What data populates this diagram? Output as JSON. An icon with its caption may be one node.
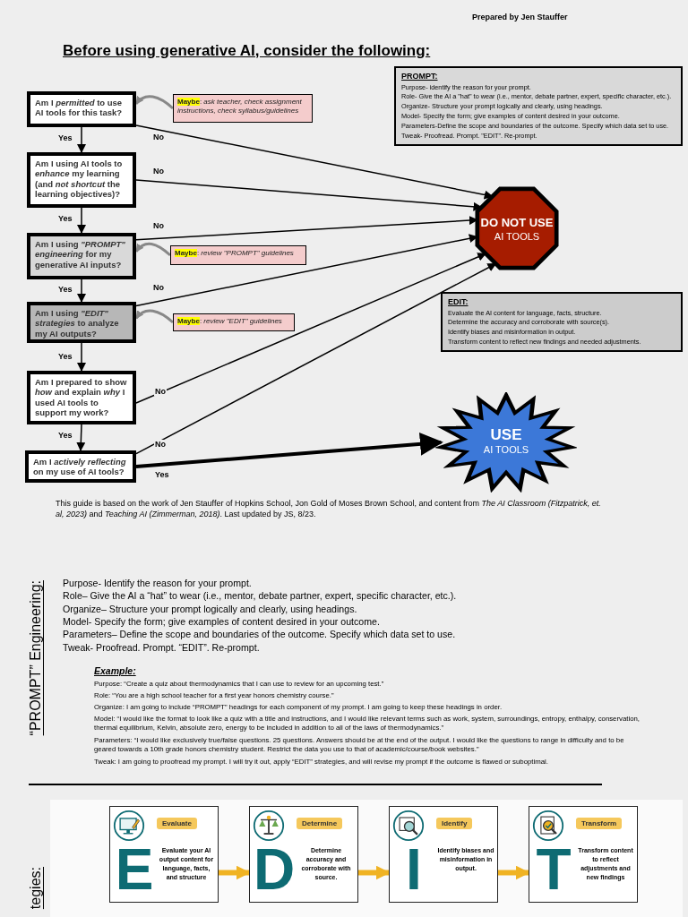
{
  "diagram": {
    "title": "Before using generative AI, consider the following:",
    "nodes": [
      {
        "text": [
          "Am I *permitted* to use AI tools for this task?"
        ]
      },
      {
        "text": [
          "**Maybe**: *ask teacher, check assignment instructions, check syllabus/guidelines*"
        ]
      },
      {
        "text": [
          "Am I using AI tools to *enhance* my learning (and *not shortcut* the learning objectives)?"
        ]
      },
      {
        "text": [
          "Am I using *\"PROMPT\" engineering* for my generative AI inputs?"
        ]
      },
      {
        "text": [
          "**Maybe**: *review \"PROMPT\" guidelines*"
        ]
      },
      {
        "text": [
          "Am I using *\"EDIT\" strategies* to analyze my AI outputs?"
        ]
      },
      {
        "text": [
          "**Maybe**: *review \"EDIT\" guidelines*"
        ]
      },
      {
        "text": [
          "Am I prepared to show *how* and explain *why* I used AI tools to support my work?"
        ]
      },
      {
        "text": [
          "Am I *actively reflecting* on my use of AI tools?"
        ]
      },
      {
        "text": [
          "DO NOT USE",
          "AI TOOLS"
        ]
      },
      {
        "text": [
          "USE",
          "AI TOOLS"
        ]
      },
      {
        "text": [
          "PROMPT:",
          "Purpose- identify the reason for your prompt.",
          "Role- Give the AI a \"hat\" to wear (i.e., mentor, debate partner, expert, specific character, etc.).",
          "Organize- Structure your prompt logically and clearly, using headings.",
          "Model- Specify the form; give examples of content desired in your outcome.",
          "Parameters-Define the scope and boundaries of the outcome. Specify which data set to use.",
          "Tweak- Proofread. Prompt. \"EDIT\". Re-prompt."
        ]
      },
      {
        "text": [
          "EDIT:",
          "Evaluate the AI content for language, facts, structure.",
          "Determine the accuracy and corroborate with source(s).",
          "Identify biases and misinformation in output.",
          "Transform content to reflect new findings and needed adjustments."
        ]
      },
      {
        "text": [
          "Evaluate",
          "E",
          "Evaluate your AI output content for language, facts, and structure"
        ]
      },
      {
        "text": [
          "Determine",
          "D",
          "Determine accuracy and corroborate with source."
        ]
      },
      {
        "text": [
          "Identify",
          "I",
          "Identify biases and misinformation in output."
        ]
      },
      {
        "text": [
          "Transform",
          "T",
          "Transform content to reflect adjustments and new findings"
        ]
      }
    ],
    "edges": [
      {
        "from": 0,
        "to": 2,
        "arrow": "to",
        "label": "Yes"
      },
      {
        "from": 0,
        "to": 9,
        "arrow": "to",
        "label": "No"
      },
      {
        "from": 2,
        "to": 3,
        "arrow": "to",
        "label": "Yes"
      },
      {
        "from": 2,
        "to": 9,
        "arrow": "to",
        "label": "No"
      },
      {
        "from": 1,
        "to": 0,
        "arrow": "to",
        "color": "#888888"
      },
      {
        "from": 3,
        "to": 5,
        "arrow": "to",
        "label": "Yes"
      },
      {
        "from": 3,
        "to": 9,
        "arrow": "to",
        "label": "No"
      },
      {
        "from": 4,
        "to": 3,
        "arrow": "to",
        "color": "#888888"
      },
      {
        "from": 5,
        "to": 7,
        "arrow": "to",
        "label": "Yes"
      },
      {
        "from": 5,
        "to": 9,
        "arrow": "to",
        "label": "No"
      },
      {
        "from": 6,
        "to": 5,
        "arrow": "to",
        "color": "#888888"
      },
      {
        "from": 7,
        "to": 8,
        "arrow": "to",
        "label": "Yes"
      },
      {
        "from": 7,
        "to": 9,
        "arrow": "to",
        "label": "No"
      },
      {
        "from": 8,
        "to": 9,
        "arrow": "to",
        "label": "No"
      },
      {
        "from": 8,
        "to": 10,
        "arrow": "to",
        "label": "Yes",
        "style": "thick"
      },
      {
        "from": 13,
        "to": 14,
        "arrow": "to",
        "style": "thick",
        "color": "#f0b323"
      },
      {
        "from": 14,
        "to": 15,
        "arrow": "to",
        "style": "thick",
        "color": "#f0b323"
      },
      {
        "from": 15,
        "to": 16,
        "arrow": "to",
        "style": "thick",
        "color": "#f0b323"
      }
    ],
    "labels": [
      "Prepared by Jen Stauffer",
      "This guide is based on the work of Jen Stauffer of Hopkins School, Jon Gold of Moses Brown School, and content from *The AI Classroom (Fitzpatrick, et. al, 2023)* and *Teaching AI (Zimmerman, 2018)*.  Last updated by JS, 8/23.",
      "“PROMPT”  Engineering:",
      "Purpose- Identify the reason for your prompt.",
      "Role– Give the AI a “hat” to wear (i.e., mentor, debate partner, expert, specific character, etc.).",
      "Organize– Structure your prompt logically and clearly, using headings.",
      "Model- Specify the form; give examples of content desired in your outcome.",
      "Parameters– Define the scope and boundaries of the outcome. Specify which data set to use.",
      "Tweak- Proofread. Prompt. “EDIT”. Re-prompt.",
      "Example:",
      "Purpose: “Create a quiz about thermodynamics that I can use to review for an upcoming test.”",
      "Role: “You are a high school teacher for a first year honors chemistry course.”",
      "Organize: I am going to include “PROMPT” headings for each component of my prompt. I am going to keep these headings in order.",
      "Model: “I would like the format to look like a quiz with a title and instructions, and I would like relevant terms such as work, system, surroundings, entropy, enthalpy, conservation, thermal equilibrium, Kelvin, absolute zero, energy to be included in addition to all of the laws of thermodynamics.”",
      "Parameters: “I would like exclusively true/false questions. 25 questions. Answers should be at the end of the output. I would like the questions to range in difficulty and to be geared towards a 10th grade honors chemistry student. Restrict the data you use to that of academic/course/book websites.”",
      "Tweak: I am going to proofread my prompt. I will try it out, apply “EDIT” strategies, and will revise my prompt if the outcome is flawed or suboptimal.",
      "tegies:"
    ]
  }
}
